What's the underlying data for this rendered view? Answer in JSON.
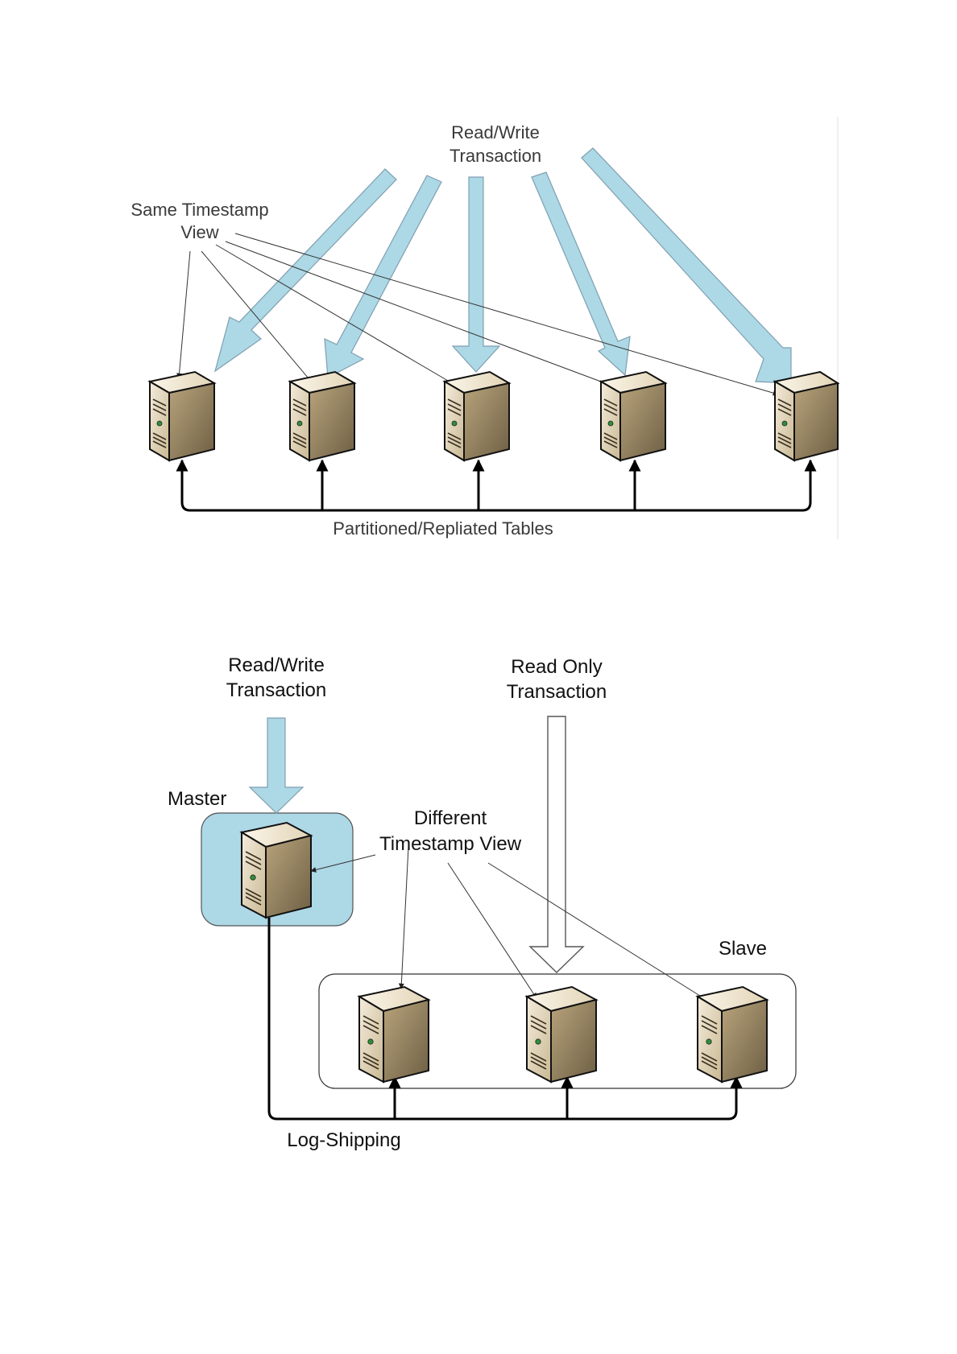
{
  "diagram_top": {
    "label_rw": [
      "Read/Write",
      "Transaction"
    ],
    "label_timestamp": [
      "Same Timestamp",
      "View"
    ],
    "label_tables": "Partitioned/Repliated Tables"
  },
  "diagram_bottom": {
    "label_rw": [
      "Read/Write",
      "Transaction"
    ],
    "label_ro": [
      "Read Only",
      "Transaction"
    ],
    "label_master": "Master",
    "label_timestamp": [
      "Different",
      "Timestamp View"
    ],
    "label_slave": "Slave",
    "label_log": "Log-Shipping"
  },
  "colors": {
    "arrow_fill": "#add8e6",
    "master_box": "#add8e6",
    "server_body": "#e8dcc4"
  },
  "icons": [
    "server-icon"
  ]
}
